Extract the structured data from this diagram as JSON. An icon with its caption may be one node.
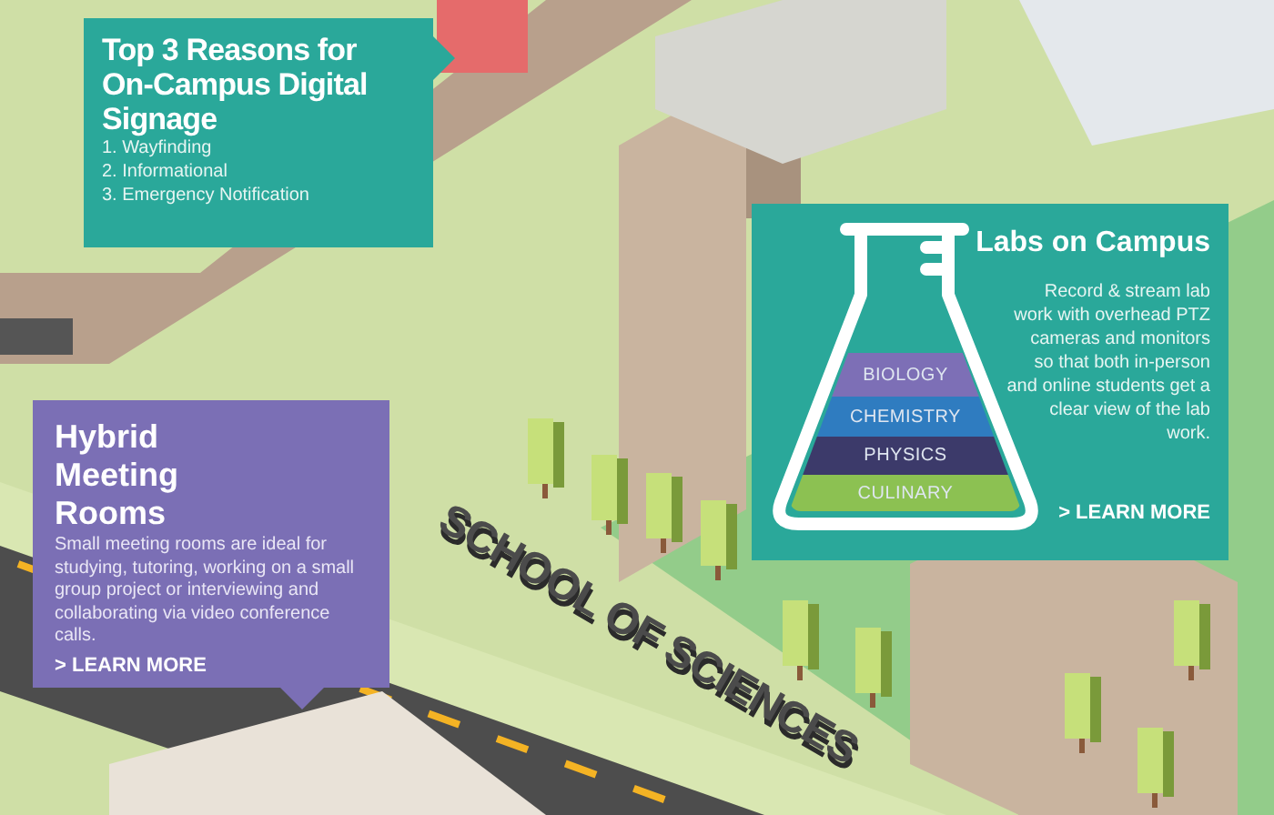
{
  "diagram": {
    "nodes": [
      {
        "text": [
          "Top 3 Reasons for On-Campus Digital Signage",
          "1. Wayfinding",
          "2. Informational",
          "3. Emergency Notification"
        ]
      },
      {
        "text": [
          "Labs on Campus",
          "Record & stream lab work with overhead PTZ cameras and monitors so that both in-person and online students get a clear view of the lab work.",
          "> LEARN MORE"
        ]
      },
      {
        "text": [],
        "shape": "picture",
        "in": 1
      },
      {
        "text": [
          "BIOLOGY"
        ],
        "in": 2
      },
      {
        "text": [
          "CHEMISTRY"
        ],
        "in": 2
      },
      {
        "text": [
          "PHYSICS"
        ],
        "in": 2
      },
      {
        "text": [
          "CULINARY"
        ],
        "in": 2
      },
      {
        "text": [
          "Hybrid Meeting Rooms",
          "Small meeting rooms are ideal for studying, tutoring, working on a small group project or interviewing and collaborating via video conference calls.",
          "> LEARN MORE"
        ]
      }
    ],
    "labels": [
      "SCHOOL OF SCIENCES"
    ]
  }
}
